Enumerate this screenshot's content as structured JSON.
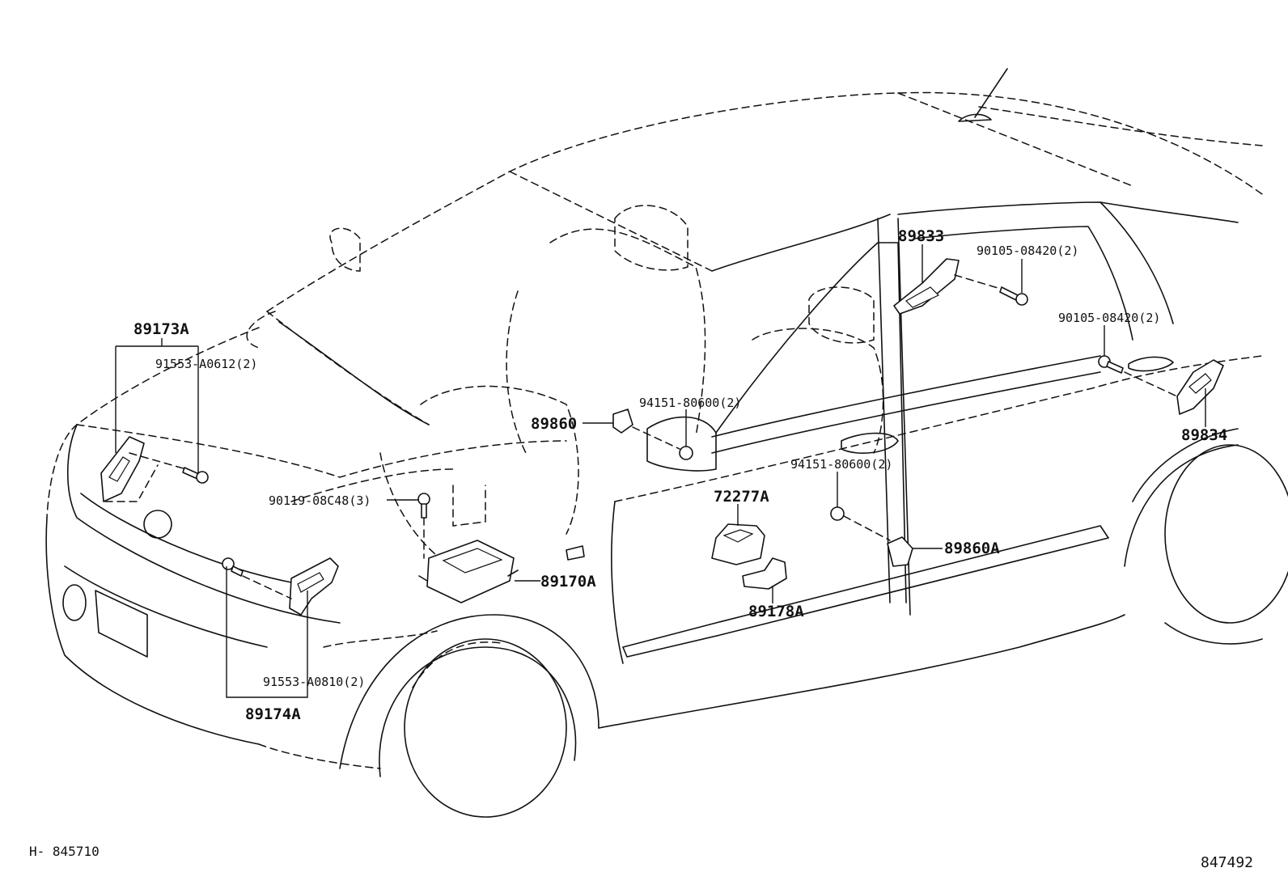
{
  "diagram": {
    "labels": {
      "p89173A": "89173A",
      "p91553A0612": "91553-A0612(2)",
      "p90119": "90119-08C48(3)",
      "p91553A0810": "91553-A0810(2)",
      "p89174A": "89174A",
      "p89170A": "89170A",
      "p89860": "89860",
      "p94151a": "94151-80600(2)",
      "p72277A": "72277A",
      "p89178A": "89178A",
      "p94151b": "94151-80600(2)",
      "p89860A": "89860A",
      "p89833": "89833",
      "p90105a": "90105-08420(2)",
      "p90105b": "90105-08420(2)",
      "p89834": "89834"
    },
    "footer": {
      "left_ref": "H- 845710",
      "right_id": "847492"
    }
  }
}
